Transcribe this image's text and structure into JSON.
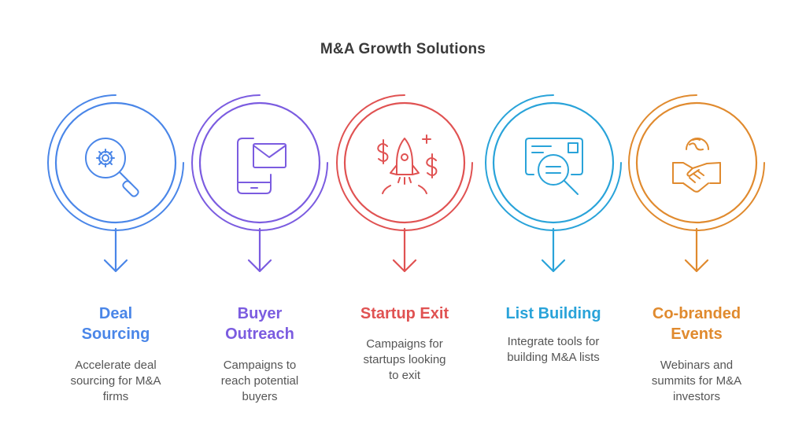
{
  "title": "M&A Growth Solutions",
  "steps": [
    {
      "label_lines": [
        "Deal",
        "Sourcing"
      ],
      "description_lines": [
        "Accelerate deal",
        "sourcing for M&A",
        "firms"
      ],
      "color": "#4a86e8",
      "icon": "gear-search-icon"
    },
    {
      "label_lines": [
        "Buyer",
        "Outreach"
      ],
      "description_lines": [
        "Campaigns to",
        "reach potential",
        "buyers"
      ],
      "color": "#7b5ce0",
      "icon": "phone-mail-icon"
    },
    {
      "label_lines": [
        "Startup Exit"
      ],
      "description_lines": [
        "Campaigns for",
        "startups looking",
        "to exit"
      ],
      "color": "#e05252",
      "icon": "rocket-dollar-icon"
    },
    {
      "label_lines": [
        "List Building"
      ],
      "description_lines": [
        "Integrate tools for",
        "building M&A lists"
      ],
      "color": "#29a3d9",
      "icon": "list-search-icon"
    },
    {
      "label_lines": [
        "Co-branded",
        "Events"
      ],
      "description_lines": [
        "Webinars and",
        "summits for M&A",
        "investors"
      ],
      "color": "#e08a2e",
      "icon": "handshake-globe-icon"
    }
  ]
}
